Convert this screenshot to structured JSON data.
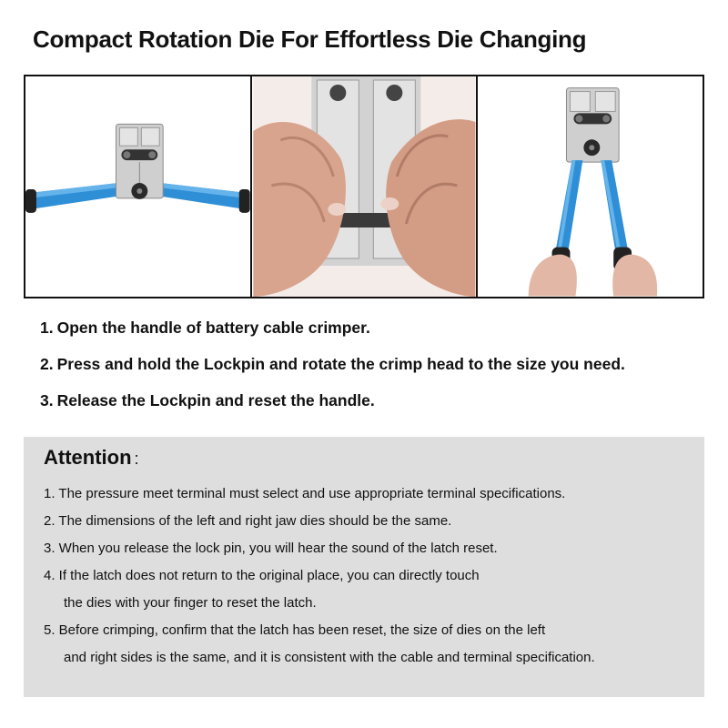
{
  "title": "Compact Rotation Die For Effortless Die Changing",
  "photos": [
    {
      "icon": "open-crimper-photo-icon"
    },
    {
      "icon": "hands-rotating-head-photo-icon"
    },
    {
      "icon": "closed-crimper-photo-icon"
    }
  ],
  "steps": [
    {
      "num": "1.",
      "text": "Open the handle of battery cable crimper."
    },
    {
      "num": "2.",
      "text": "Press and hold the Lockpin and rotate the crimp head to the size you need."
    },
    {
      "num": "3.",
      "text": "Release the Lockpin and reset the handle."
    }
  ],
  "attention": {
    "title": "Attention",
    "colon": ":",
    "lines": [
      "1. The pressure meet terminal must select and use appropriate terminal specifications.",
      "2. The dimensions of the left and right jaw dies should be the same.",
      "3.  When you release the lock pin, you will hear the sound of the latch reset.",
      "4.  If the latch does not return to the original place, you can directly touch",
      "the dies with your finger to reset the latch.",
      "5.  Before crimping, confirm that the latch has been reset, the size of dies on the left",
      "and right sides is the same, and it is consistent with the cable and terminal specification."
    ]
  },
  "colors": {
    "handle_blue": "#2f8fd6",
    "steel": "#c9c9c9",
    "panel_gray": "#dedede"
  }
}
